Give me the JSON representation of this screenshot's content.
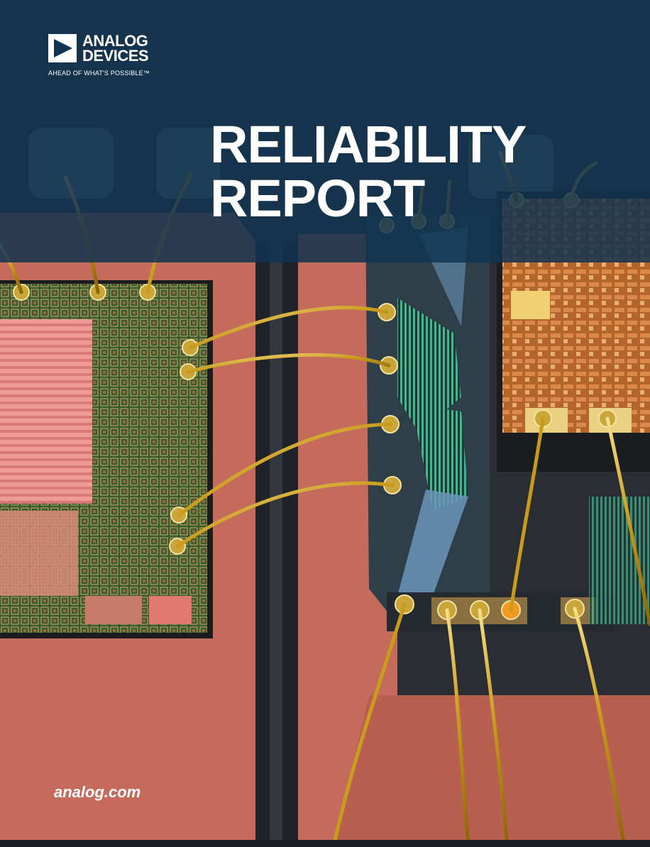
{
  "brand": {
    "name_line1": "ANALOG",
    "name_line2": "DEVICES",
    "tagline": "AHEAD OF WHAT'S POSSIBLE™"
  },
  "title": {
    "line1": "RELIABILITY",
    "line2": "REPORT"
  },
  "footer": {
    "website": "analog.com"
  },
  "colors": {
    "header_band": "#123450",
    "board_copper": "#c9705f",
    "bond_wire_gold": "#d4a017",
    "text": "#ffffff"
  }
}
